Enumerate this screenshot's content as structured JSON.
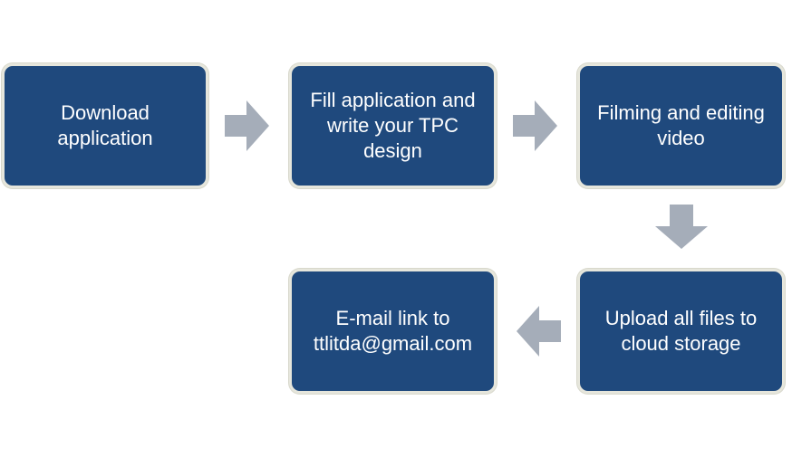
{
  "diagram": {
    "arrow_color": "#a5adb9",
    "box_color": "#1f497d",
    "steps": [
      {
        "label": "Download\napplication"
      },
      {
        "label": "Fill application and\nwrite your TPC\ndesign"
      },
      {
        "label": "Filming and editing\nvideo"
      },
      {
        "label": "Upload all files to\ncloud storage"
      },
      {
        "label": "E-mail link to\nttlitda@gmail.com"
      }
    ]
  }
}
